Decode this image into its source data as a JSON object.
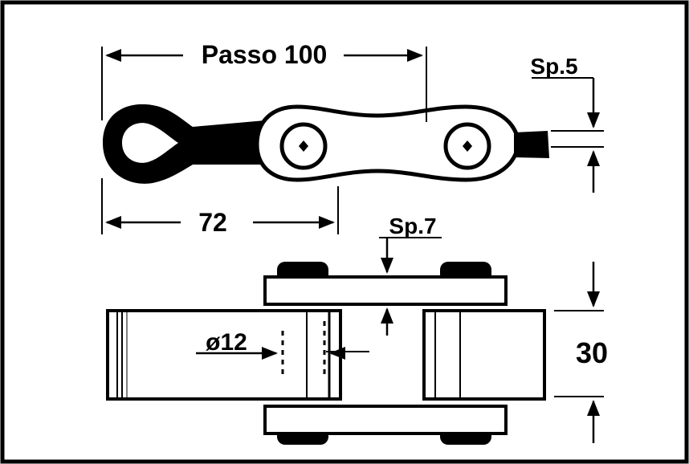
{
  "labels": {
    "pitch": "Passo 100",
    "plate_thickness": "Sp.5",
    "length": "72",
    "link_thickness": "Sp.7",
    "pin_diameter": "ø12",
    "width": "30"
  },
  "colors": {
    "ink": "#000000",
    "paper": "#ffffff"
  }
}
